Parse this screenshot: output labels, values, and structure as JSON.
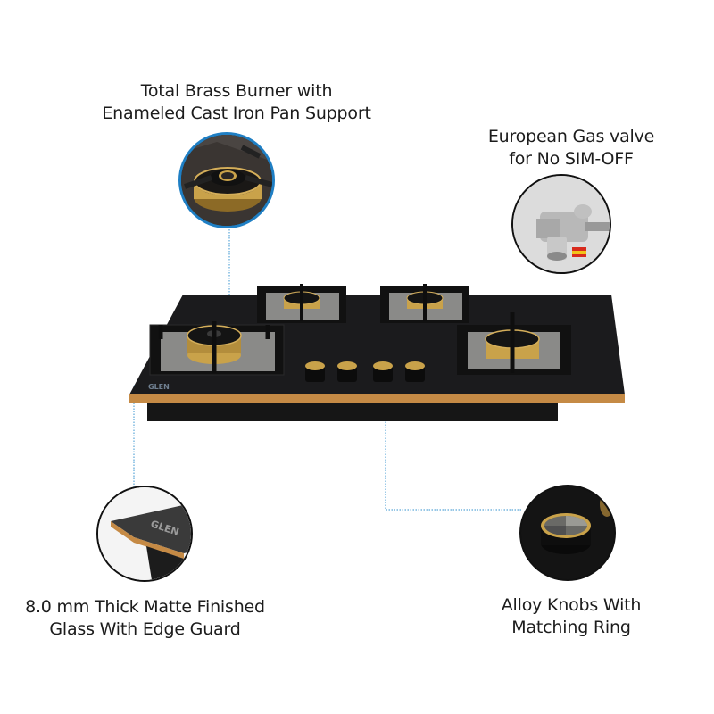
{
  "features": {
    "burner": {
      "line1": "Total Brass Burner with",
      "line2": "Enameled Cast Iron Pan Support"
    },
    "valve": {
      "line1": "European Gas valve",
      "line2": "for No SIM-OFF"
    },
    "glass": {
      "line1": "8.0 mm Thick Matte Finished",
      "line2": "Glass With Edge Guard"
    },
    "knobs": {
      "line1": "Alloy Knobs With",
      "line2": "Matching Ring"
    }
  },
  "product": {
    "brand": "GLEN",
    "burner_count": 4,
    "knob_count": 4
  },
  "colors": {
    "accent_blue": "#1f7fc4",
    "glass_black": "#1b1b1d",
    "brass": "#c9a24a",
    "edge_copper": "#c58a45"
  }
}
